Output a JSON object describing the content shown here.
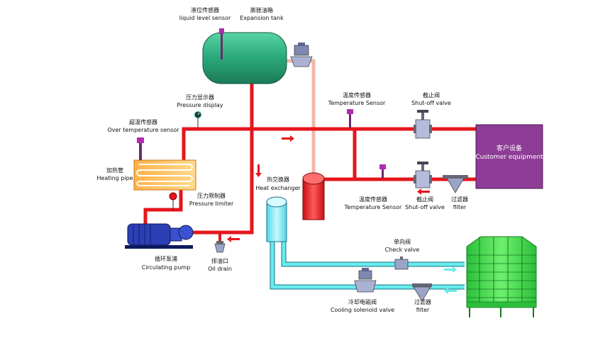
{
  "labels": {
    "level_sensor_cn": "液位传感器",
    "level_sensor_en": "liquid level sensor",
    "expansion_cn": "膨胀油箱",
    "expansion_en": "Expansion tank",
    "pressure_display_cn": "压力显示器",
    "pressure_display_en": "Pressure display",
    "over_temp_cn": "超温传感器",
    "over_temp_en": "Over temperature sensor",
    "heating_cn": "加热管",
    "heating_en": "Heating pipe",
    "pressure_limiter_cn": "压力限制器",
    "pressure_limiter_en": "Pressure limiter",
    "pump_cn": "循环泵浦",
    "pump_en": "Circulating pump",
    "oil_drain_cn": "排油口",
    "oil_drain_en": "Oil drain",
    "heat_exchanger_cn": "热交换器",
    "heat_exchanger_en": "Heat exchanger",
    "temp_sensor_top_cn": "温度传感器",
    "temp_sensor_top_en": "Temperature Sensor",
    "shutoff_top_cn": "截止阀",
    "shutoff_top_en": "Shut-off valve",
    "customer_cn": "客户设备",
    "customer_en": "Customer equipment",
    "temp_sensor_bottom_cn": "温度传感器",
    "temp_sensor_bottom_en": "Temperature Sensor",
    "shutoff_bottom_cn": "截止阀",
    "shutoff_bottom_en": "Shut-off valve",
    "filter_top_cn": "过滤器",
    "filter_top_en": "filter",
    "check_valve_cn": "单向阀",
    "check_valve_en": "Check valve",
    "cooling_valve_cn": "冷却电磁阀",
    "cooling_valve_en": "Cooling solenoid valve",
    "filter_bottom_cn": "过滤器",
    "filter_bottom_en": "filter"
  },
  "colors": {
    "hot_oil": "#e5161c",
    "cooling_water": "#66ecec",
    "return_pipe": "#f3b8a8",
    "tank": "#2aa87a",
    "customer_box": "#8d3d96",
    "pump": "#2c3fb5",
    "cooling_tower": "#3ad44a",
    "valve": "#9aa4c8"
  }
}
